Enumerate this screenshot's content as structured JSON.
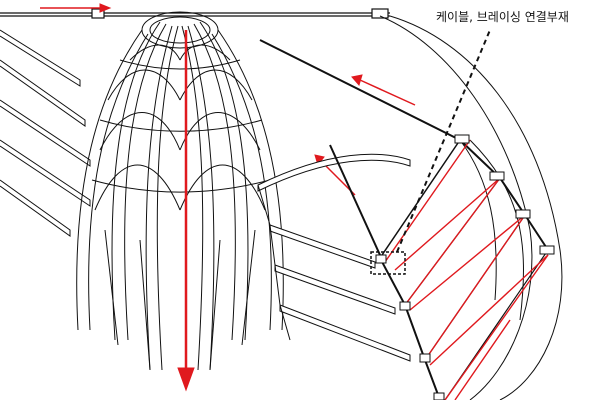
{
  "annotation": {
    "label": "케이블, 브레이싱 연결부재"
  },
  "colors": {
    "line": "#111111",
    "accent": "#e0191e",
    "background": "#ffffff"
  },
  "parts": {
    "dome": "vaulted-rib-dome",
    "plates": "stacked-floor-plates",
    "frame": "curved-cable-frame",
    "connector": "cable-bracing-connector"
  }
}
